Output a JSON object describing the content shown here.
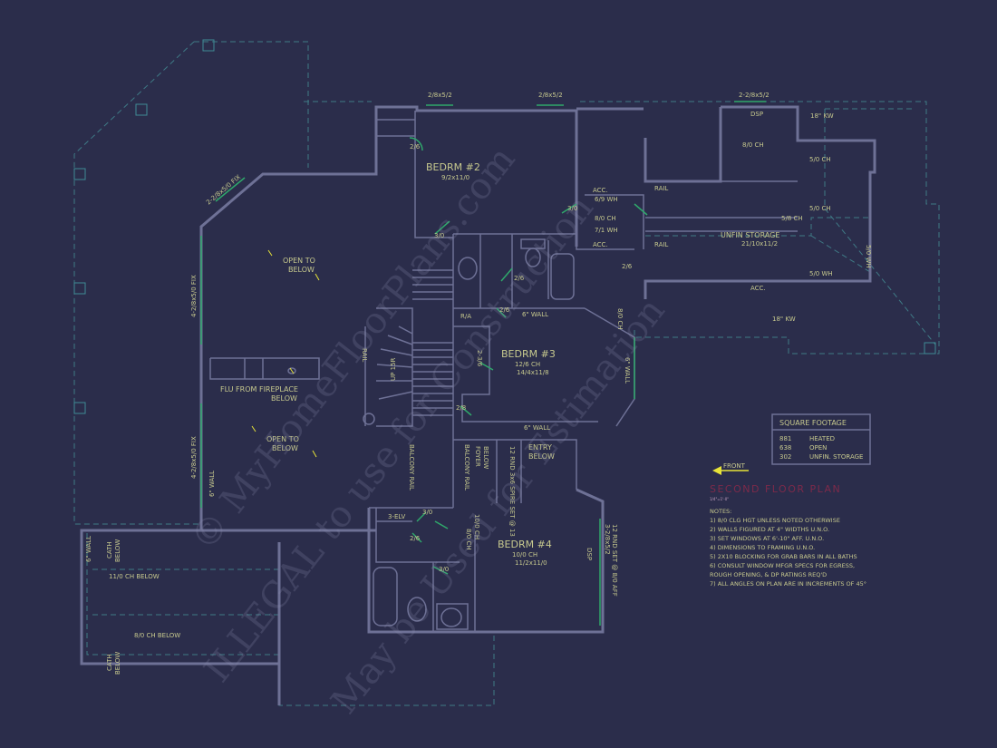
{
  "rooms": {
    "bed2": {
      "name": "BEDRM #2",
      "dim": "9/2x11/0"
    },
    "bed3": {
      "name": "BEDRM #3",
      "ceiling": "12/6 CH",
      "dim": "14/4x11/8"
    },
    "bed4": {
      "name": "BEDRM #4",
      "ceiling": "10/0 CH",
      "dim": "11/2x11/0"
    },
    "storage": {
      "name": "UNFIN STORAGE",
      "dim": "21/10x11/2"
    }
  },
  "labels": {
    "open1": [
      "OPEN TO",
      "BELOW"
    ],
    "open2": [
      "OPEN TO",
      "BELOW"
    ],
    "flu": [
      "FLU FROM FIREPLACE",
      "BELOW"
    ],
    "entry": [
      "ENTRY",
      "BELOW"
    ],
    "foyer": [
      "FOYER",
      "BELOW"
    ],
    "balcony1": "BALCONY RAIL",
    "balcony2": "BALCONY RAIL",
    "rail": "RAIL",
    "rail2": "RAIL",
    "rail3": "RAIL",
    "acc1": "ACC.",
    "acc2": "ACC.",
    "acc3": "ACC.",
    "ch80a": "8/0 CH",
    "ch80b": "8/0 CH",
    "ch80c": "8/0 CH",
    "ch58": "5/8 CH",
    "ch50a": "5/0 CH",
    "ch50b": "5/0 CH",
    "ch11": "11/0 CH BELOW",
    "ch8": "8/0 CH BELOW",
    "wh71": "7/1 WH",
    "wh69": "6/9 WH",
    "wh50a": "5/0 WH",
    "wh50b": "5/0 WH",
    "kw18a": "18\" KW",
    "kw18b": "18\" KW",
    "dsp": "DSP",
    "dsp2": "DSP",
    "ra": "R/A",
    "selv": "3-ELV",
    "wall6a": "6\" WALL",
    "wall6b": "6\" WALL",
    "wall6c": "6\" WALL",
    "wall6d": "6\" WALL",
    "wall6e": "6\" WALL",
    "cath1": [
      "CATH",
      "BELOW"
    ],
    "cath2": [
      "CATH",
      "BELOW"
    ],
    "win1": "2/8x5/2",
    "win2": "2/8x5/2",
    "win3": "2-2/8x5/2",
    "win4": "2-2/8x5/0 FIX",
    "win5": "4-2/8x5/0 FIX",
    "win6": "4-2/8x5/0 FIX",
    "door26a": "2/6",
    "door26b": "2/6",
    "door26c": "2/6",
    "door26d": "2/6",
    "door26e": "2/6",
    "door30a": "3/0",
    "door30b": "3/0",
    "door30c": "3/0",
    "door30d": "3/0",
    "door28": "2/8",
    "door236": "2-3/6",
    "ch10": "10/0 CH",
    "ch80d": "8/0 CH",
    "riser": "12 RND 3x6 SPIRE SET @ 13",
    "winside": "3-2/8x5/2",
    "winside2": "12 RND SET @ 8/0 AFF",
    "stairup": "UP 15R"
  },
  "square_footage": {
    "title": "SQUARE FOOTAGE",
    "rows": [
      {
        "value": "881",
        "label": "HEATED"
      },
      {
        "value": "638",
        "label": "OPEN"
      },
      {
        "value": "302",
        "label": "UNFIN. STORAGE"
      }
    ]
  },
  "front_label": "FRONT",
  "plan_title": "SECOND FLOOR PLAN",
  "plan_scale": "1/4\"=1'-0\"",
  "notes": {
    "title": "NOTES:",
    "items": [
      "1)  8/0 CLG HGT UNLESS NOTED OTHERWISE",
      "2)  WALLS FIGURED AT 4\" WIDTHS U.N.O.",
      "3)  SET WINDOWS AT 6'-10\" AFF. U.N.O.",
      "4)  DIMENSIONS TO FRAMING U.N.O.",
      "5)  2X10 BLOCKING FOR GRAB BARS IN ALL BATHS",
      "6)  CONSULT WINDOW MFGR SPECS FOR EGRESS,",
      "     ROUGH OPENING, & DP RATINGS REQ'D",
      "7)  ALL ANGLES ON PLAN ARE IN INCREMENTS OF 45°"
    ]
  },
  "watermark": {
    "line1": "© MyHomeFloorPlans.com",
    "line2": "ILLEGAL to use for Construction",
    "line3": "May be Used for Estimation"
  },
  "colors": {
    "background": "#2b2d4b",
    "wall": "#6e7196",
    "dashed_roof": "#3f7a86",
    "text": "#c7c98e",
    "door": "#2fa86b",
    "front_arrow": "#e7e338",
    "title": "#7d2a4a"
  }
}
